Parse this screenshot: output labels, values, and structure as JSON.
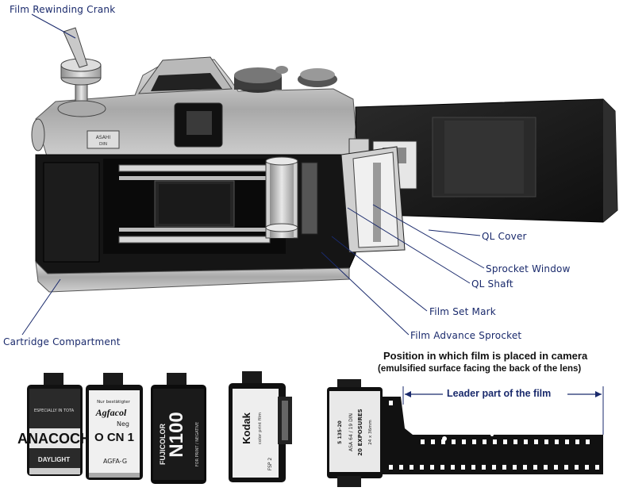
{
  "labels": {
    "film_rewinding_crank": "Film Rewinding Crank",
    "ql_cover": "QL Cover",
    "sprocket_window": "Sprocket Window",
    "ql_shaft": "QL Shaft",
    "film_set_mark": "Film Set Mark",
    "film_advance_sprocket": "Film Advance Sprocket",
    "cartridge_compartment": "Cartridge Compartment"
  },
  "caption": {
    "line1": "Position in which film is placed in camera",
    "line2": "(emulsified surface facing the back of the lens)",
    "leader": "Leader part of the film"
  },
  "camera": {
    "badge_line1": "ASAHI",
    "badge_line2": "DIN"
  },
  "cartridges": {
    "c1": {
      "text_top": "ESPECIALLY IN TOTA",
      "text_main": "ANACOCH",
      "text_bottom": "DAYLIGHT"
    },
    "c2": {
      "text_top": "Nur bestätigter",
      "text_brand": "Agfacol",
      "text_neg": "Neg",
      "text_main": "O CN 1",
      "text_bottom": "AGFA-G"
    },
    "c3": {
      "text_brand": "FUJICOLOR",
      "text_main": "N100",
      "text_bottom": "FOR PRINT / NEGATIVE"
    },
    "c4": {
      "text_brand": "Kodak",
      "text_sub": "color print film",
      "text_bottom": "FSP 2"
    }
  },
  "film_strip": {
    "text1": "ASA 64 / 19 DIN",
    "text2": "20 EXPOSURES",
    "text3": "24 x 36mm",
    "code": "5 135-20"
  }
}
